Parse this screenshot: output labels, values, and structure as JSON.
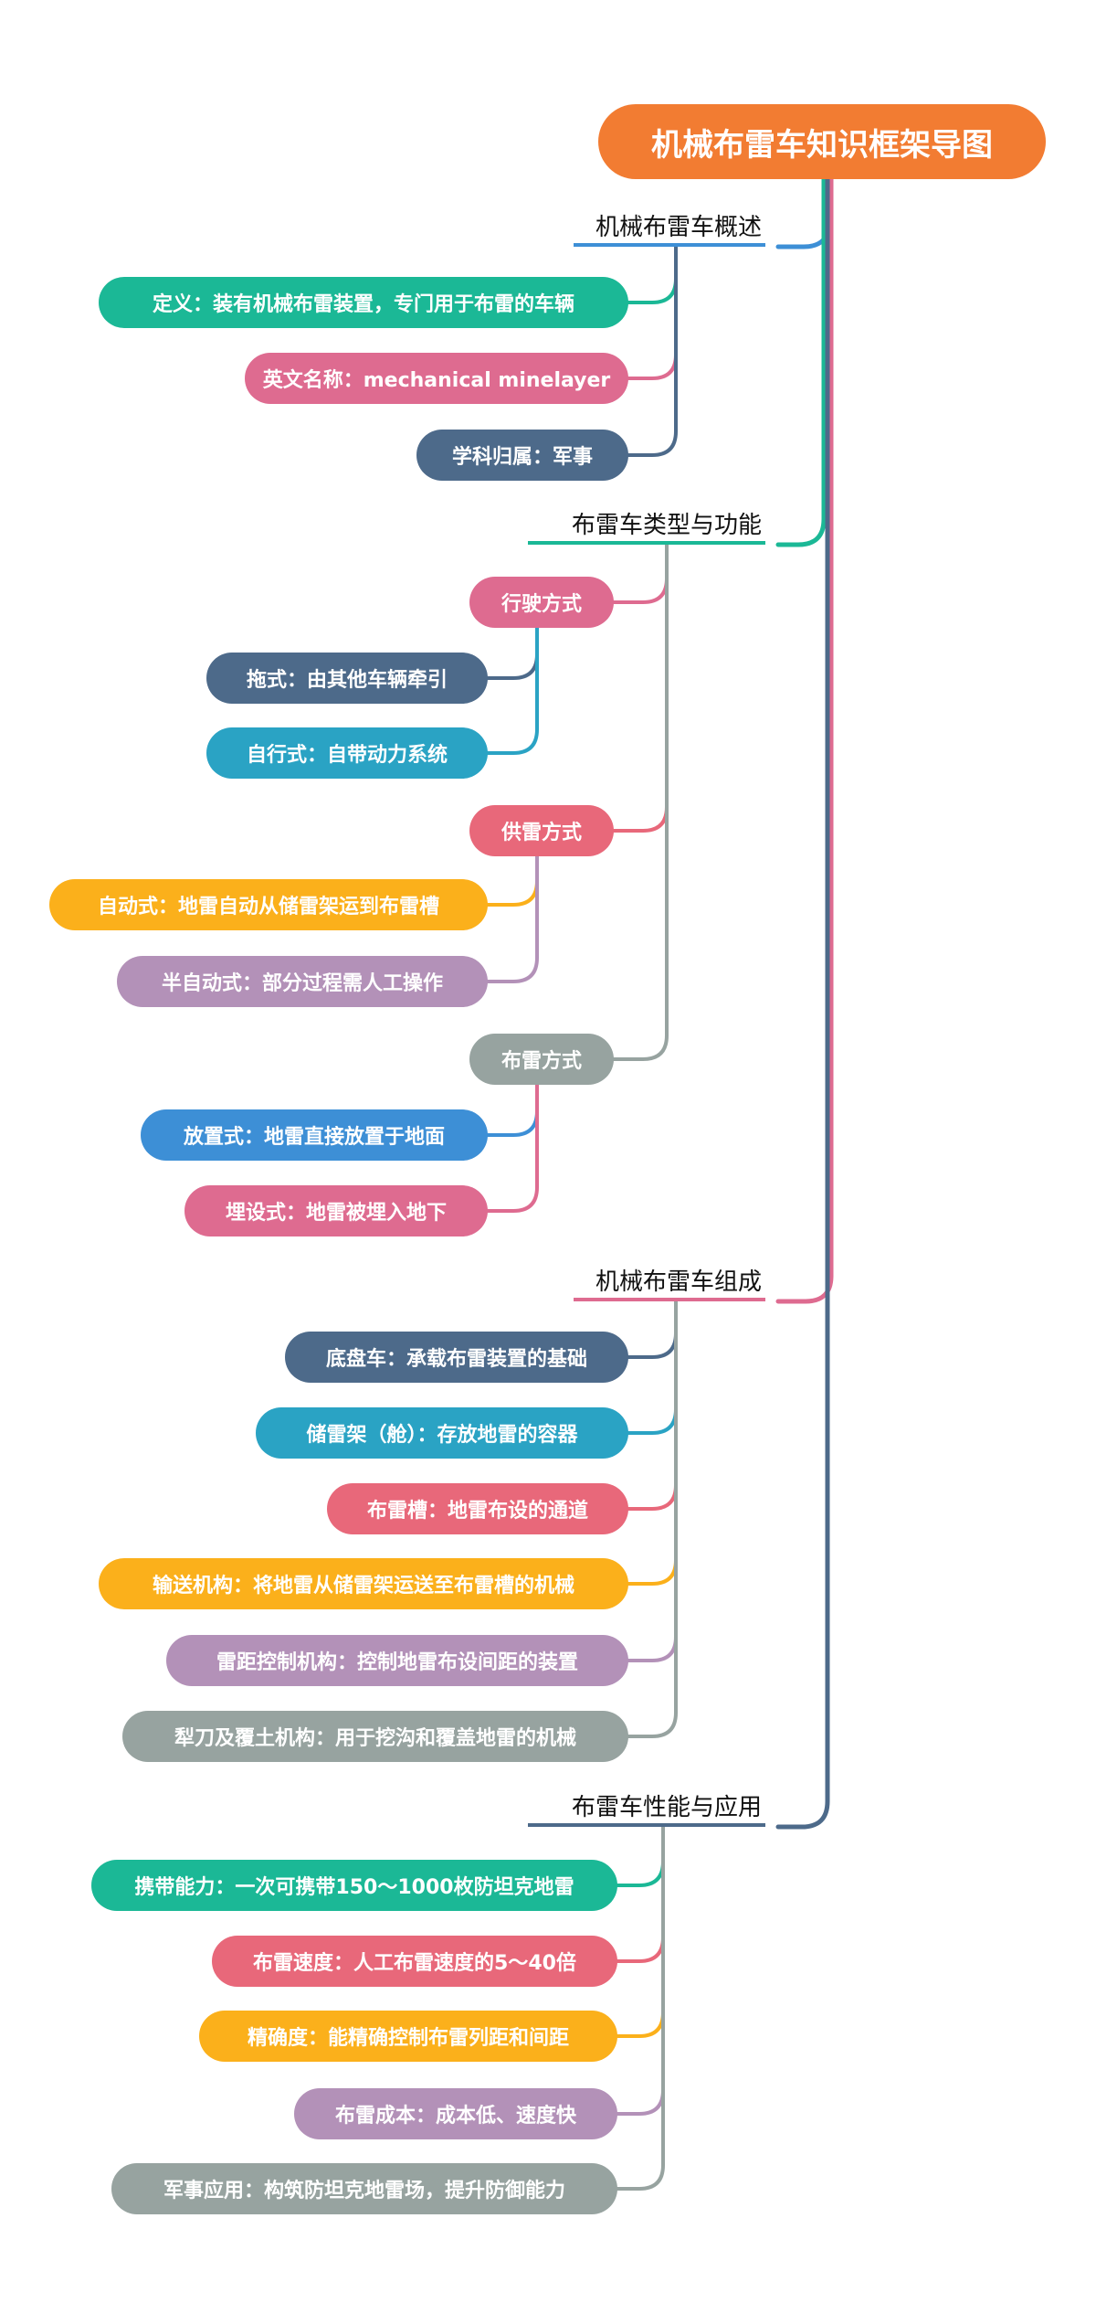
{
  "title": "机械布雷车知识框架导图",
  "colors": {
    "root": "#f27c32",
    "blue": "#3d8fd6",
    "teal": "#1bb896",
    "pink": "#de6b90",
    "slate": "#4d6a8a",
    "cyan": "#2aa3c4",
    "red": "#e8687a",
    "amber": "#fbb01b",
    "violet": "#b391b8",
    "gray": "#97a3a0"
  },
  "sections": {
    "overview": {
      "title": "机械布雷车概述",
      "items": [
        "定义：装有机械布雷装置，专门用于布雷的车辆",
        "英文名称：mechanical minelayer",
        "学科归属：军事"
      ]
    },
    "types": {
      "title": "布雷车类型与功能",
      "groups": [
        {
          "label": "行驶方式",
          "items": [
            "拖式：由其他车辆牵引",
            "自行式：自带动力系统"
          ]
        },
        {
          "label": "供雷方式",
          "items": [
            "自动式：地雷自动从储雷架运到布雷槽",
            "半自动式：部分过程需人工操作"
          ]
        },
        {
          "label": "布雷方式",
          "items": [
            "放置式：地雷直接放置于地面",
            "埋设式：地雷被埋入地下"
          ]
        }
      ]
    },
    "components": {
      "title": "机械布雷车组成",
      "items": [
        "底盘车：承载布雷装置的基础",
        "储雷架（舱）：存放地雷的容器",
        "布雷槽：地雷布设的通道",
        "输送机构：将地雷从储雷架运送至布雷槽的机械",
        "雷距控制机构：控制地雷布设间距的装置",
        "犁刀及覆土机构：用于挖沟和覆盖地雷的机械"
      ]
    },
    "performance": {
      "title": "布雷车性能与应用",
      "items": [
        "携带能力：一次可携带150～1000枚防坦克地雷",
        "布雷速度：人工布雷速度的5～40倍",
        "精确度：能精确控制布雷列距和间距",
        "布雷成本：成本低、速度快",
        "军事应用：构筑防坦克地雷场，提升防御能力"
      ]
    }
  }
}
